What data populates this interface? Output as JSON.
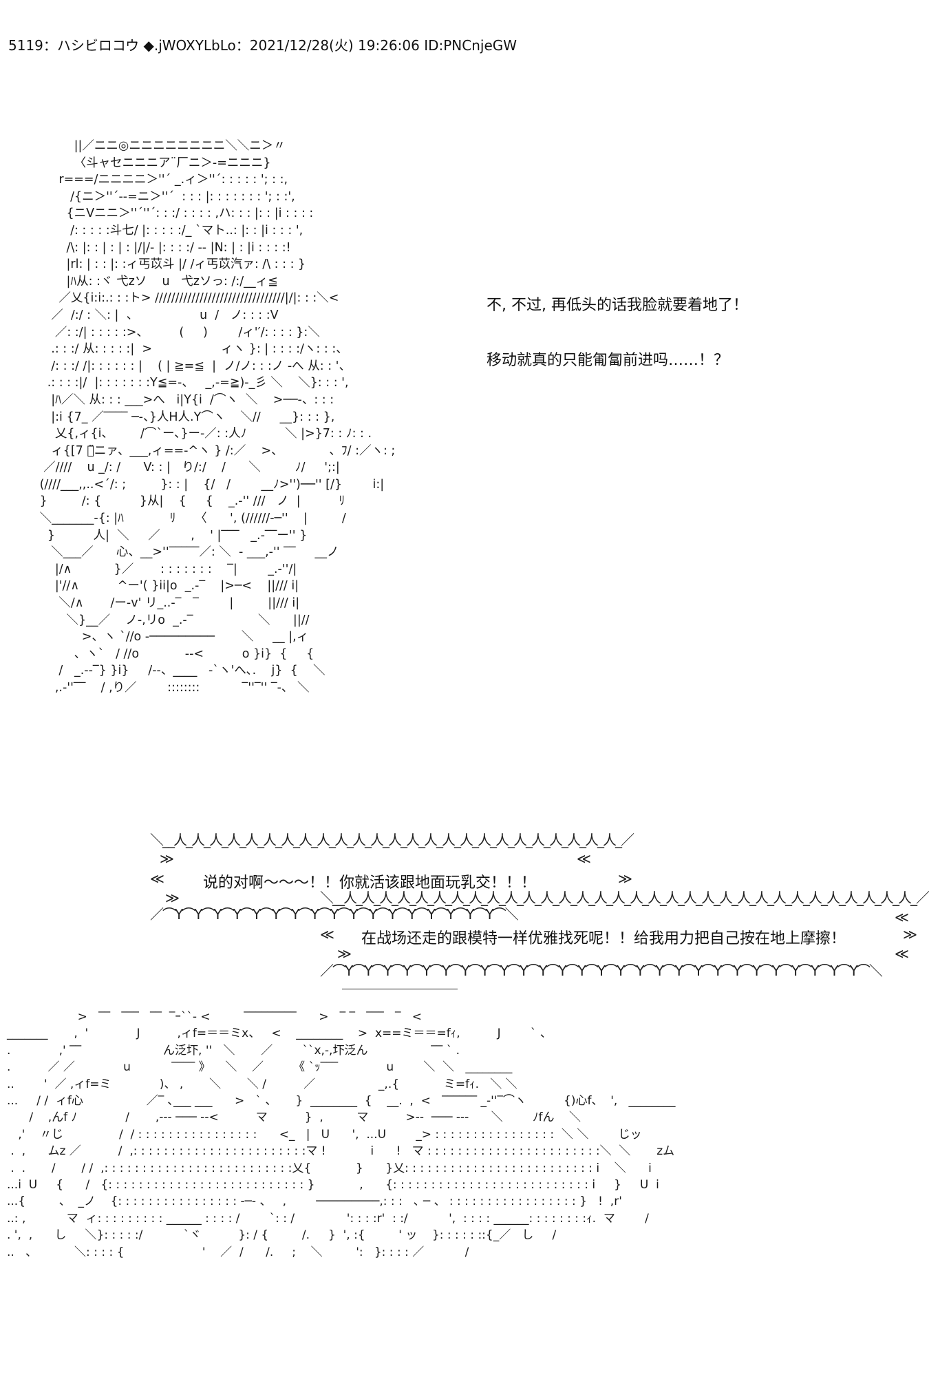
{
  "post_header": "5119：ハシビロコウ ◆.jWOXYLbLo：2021/12/28(火) 19:26:06 ID:PNCnjeGW",
  "dialogue": {
    "line1": "不, 不过, 再低头的话我脸就要着地了！",
    "line2": "移动就真的只能匍匐前进吗……！？"
  },
  "shouts": {
    "bubble1_text": "说的对啊〜〜〜！！你就活该跟地面玩乳交！！！",
    "bubble2_text": "在战场还走的跟模特一样优雅找死呢！！给我用力把自己按在地上摩擦！"
  },
  "bubble_marks": {
    "top_edge": "＼__人_人_人_人_人_人_人_人_人_人_人_人_人_人_人_人_人_人_人_人_人_人_人_人_人_／",
    "bottom_edge": "／⌒Y⌒Y⌒Y⌒Y⌒Y⌒Y⌒Y⌒Y⌒Y⌒Y⌒Y⌒Y⌒Y⌒Y⌒Y⌒Y⌒Y⌒＼",
    "top_edge_2": "＼__人_人_人_人_人_人_人_人_人_人_人_人_人_人_人_人_人_人_人_人_人_人_人_人_人_人_人_人_人_人_人_人_／",
    "bottom_edge_2": "／⌒Y⌒Y⌒Y⌒Y⌒Y⌒Y⌒Y⌒Y⌒Y⌒Y⌒Y⌒Y⌒Y⌒Y⌒Y⌒Y⌒Y⌒Y⌒Y⌒Y⌒Y⌒Y⌒Y⌒Y⌒Y⌒Y⌒Y⌒＼",
    "gt": "≫",
    "lt": "≪"
  },
  "ascii_art": {
    "character_top": "          ||／ニニ◎ニニニニニニニニ＼＼ニ＞〃\n          〈斗ャセニニニア¨厂ニ＞-=ニニニ}\n      r===/ニニニニ＞''´ _.ィ＞''´: : : : : '; : :,\n         /{ニ＞''´--=ニ＞''´  : : : |: : : : : : : '; : :',\n        {ニVニニ＞''´''´: : :/ : : : : ,ハ: : : |: : |i : : : :\n         /: : : : :斗七/ |: : : : :/_ `マト..: |: : |i : : : ',\n        /\\: |: : | : | : |/|/- |: : : :/ -- |N: | : |i : : : :!\n        |rl: | : : |: :ィ丐苡斗 |/ /ィ丐苡汽ァ: /\\ : : : }\n        |ﾊ从: :ヾ 弋zソ    u   弋zソっ: /:/__ィ≦\n      ／乂{i:i:.: : :ト> ////////////////////////////////|/|: : :＼<\n    ／  /:/ : ＼: |  、                u  /   ノ: : : :V\n     ／: :/| : : : : :>、        (     )        /ィ'′/: : : : }:＼\n    .: : :/ 从: : : : :|  >                  ィヽ }: | : : : :/ヽ: : :、\n    /: : :/ /|: : : : : : |    ( | ≧=≦  |  ノ/ノ: : :ノ -へ 从: : '、\n   .: : : :|/  |: : : : : : :Y≦=-、   _,-=≧)-_彡 ＼    ＼}: : : ',\n    |ﾊ／＼ 从: : : ___>へ   i|Y{i  /⌒ヽ  ＼    >──-、: : :\n    |:i {7_ ／‾‾‾‾ ─-、}人H人.Y⌒ヽ    ＼//     __}: : : },\n     乂{,ィ{i、       /⌒`ー､}ー-／: :人ﾉ          ＼ |>}7: : ﾉ: : .\n    ィ{[7 ヾ̃ニァ、___,ィ==-^ヽ } /:／    >、            、ﾌ/ :／ヽ: ;\n  ／////    u _/: /      V: : |   り/:/    /      ＼         ﾉ/     ';:|\n (////___,,..<´/: ;         }: : |    {/   /        __ﾉ>'')──'' [/}        i:|\n }         /: {          }从|    {     {    _.-'' ///   ノ  |          ﾘ\n ＼_______-{: |ﾊ            ﾘ     〈      ', (//////-─''    |         /\n   }          人|  ＼     ／        ,    ' |‾‾‾   _.-‾‾ー'' }\n    ＼___／      心、__>''‾‾‾‾‾／: ＼  - ___,-'' ‾‾     __ノ\n     |/∧           }／       : : : : : : :    ‾|        _.-''/|\n     |'//∧          ^ー'( }ii|o  _.-‾    |>─<    ||/// i|\n      ＼/∧       /ー-v' リ_..-‾   ‾        |         ||/// i|\n        ＼}__／    ノ-,リo  _.-‾                 ＼      ||//\n            >、ヽ `//o -─────────       ＼     __ |,ィ\n          、ヽ`   / //o            --<          o }i}  {     {\n      /   _.--‾} }i}     /--、____   -`ヽ'へ､.    j}  {    ＼\n     ,.-''‾‾    / ,り／        ::::::::           ‾''‾'' ‾-、 ＼",
    "characters_bottom": "                   >   ‾‾   ‾‾‾   ‾‾  ‾ｰ``- <         ‾‾‾‾‾‾‾‾‾      >   ‾ ‾   ‾‾‾   ‾   <\n_______       ,  '             J          ,ィf=＝＝ミx、   <    ________    >  x==ミ＝＝=fｨ,          J        ` 、\n.             ,' ‾‾                      ん泛圷, ''   ＼       ／        ``x,-,圷泛ん                 ‾‾ ` .\n.          ／ ／             u           ‾‾‾‾ 》    ＼    ／        《 `ｯ‾‾‾             u        ＼  ＼   ________\n..        '  ／ ,ィf=ミ             )、 ,       ＼       ＼ /          ／                 _,.{            ミ=fｨ.   ＼ ＼\n...     / /  ィf心                 ／‾ ､___ ___      >   ` 、     }  ________  {    __.  ,  <   ‾‾‾‾‾‾ _-''‾⌒ヽ          {)心f、  ',   ________\n      /    ,んf ﾉ             /       ,--- ─── --<          マ          }  ,         マ          >--  ─── ---      ＼        ﾉfん    ＼\n   ,'    〃じ               /  / : : : : : : : : : : : : : : : :      <_   |   U      ',  ...U        _> : : : : : : : : : : : : : : : :  ＼ ＼        じッ\n .  ,      ムz ／          /  ,: : : : : : : : : : : : : : : : : : : : : : :マ !            i      !   マ : : : : : : : : : : : : : : : : : : : : : : :＼  ＼       zム\n .  .       /       / /  ,: : : : : : : : : : : : : : : : : : : : : : : : :乂{            }      }乂: : : : : : : : : : : : : : : : : : : : : : : : : i    ＼      i\n...i  U     {      /   {: : : : : : : : : : : : : : : : : : : : : : : : : : }            ,      {: : : : : : : : : : : : : : : : : : : : : : : : : : i     }     U  i\n...{         、  _ノ    {: : : : : : : : : : : : : : : : -─- 、   ,        ─────────,: : :   ､ ─ 、 : : : : : : : : : : : : : : : : : }   !  ,r'\n..: ,           マ  ィ: : : : : : : : : ______ : : : : /        `: : /              ': : : :r'  : :/           ',  : : : : ______: : : : : : : :ｨ.  マ        /\n. ',  ,      し     ＼}: : : : :/           `ヾ          }: / {         /.     }  ', :{         ' ッ    }: : : : : ::{_／   し     /\n..   、          ＼: : : : {                     '    ／  /      /.     ;    ＼         ':   }: : : : ／           /"
  }
}
